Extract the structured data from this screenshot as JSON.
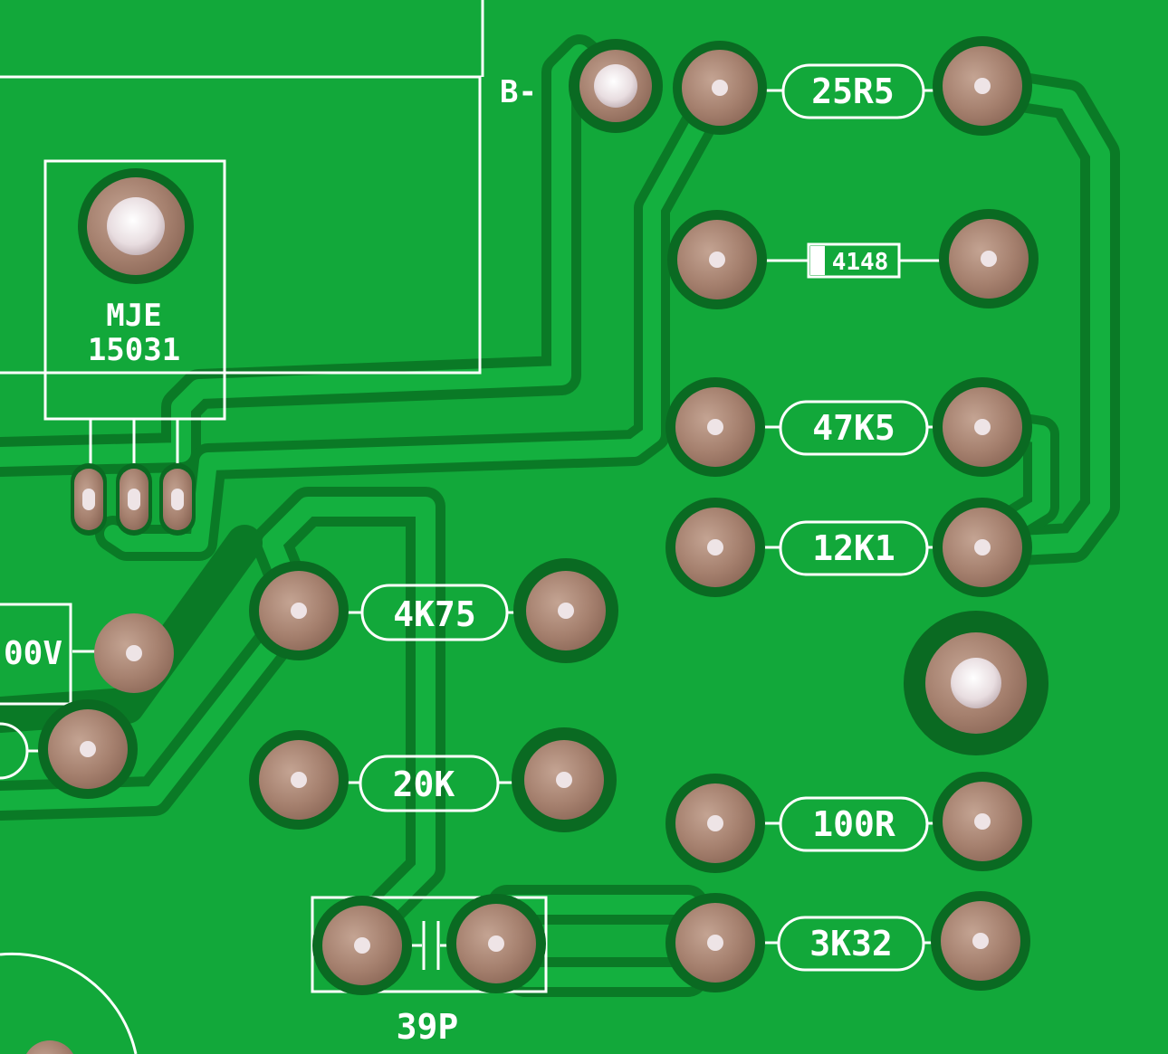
{
  "board": {
    "colors": {
      "solder_mask": "#12a83a",
      "trace_edge": "#0a6a22",
      "copper_pad": "#a5806e",
      "silkscreen": "#ffffff"
    },
    "labels": {
      "b_minus": "B-",
      "transistor_line1": "MJE",
      "transistor_line2": "15031",
      "r_25r5": "25R5",
      "d_4148": "4148",
      "r_47k5": "47K5",
      "r_12k1": "12K1",
      "r_4k75": "4K75",
      "r_20k": "20K",
      "r_100r": "100R",
      "r_3k32": "3K32",
      "c_39p": "39P",
      "partial_100v": "00V"
    }
  }
}
